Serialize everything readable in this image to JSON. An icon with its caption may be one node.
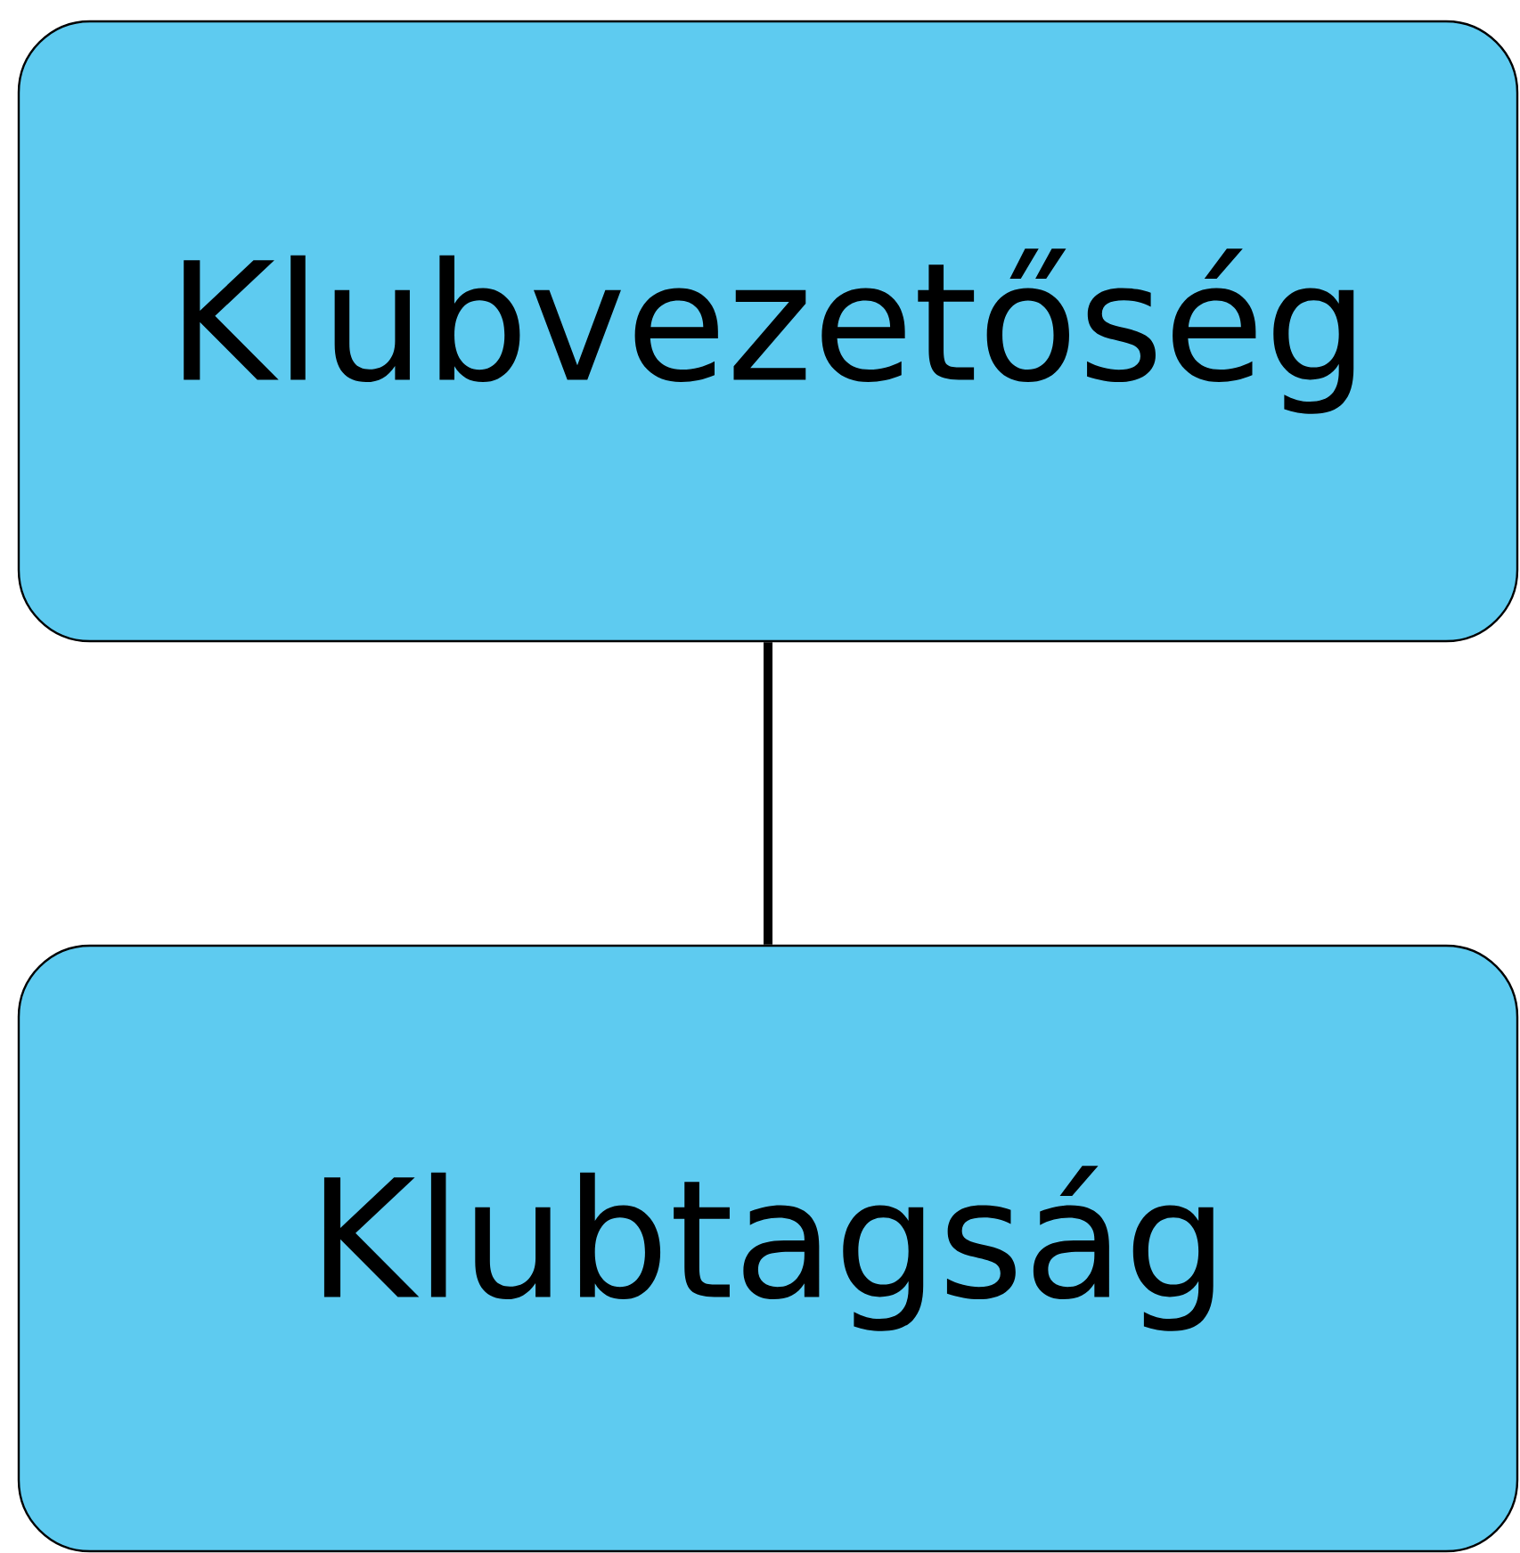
{
  "diagram": {
    "nodes": [
      {
        "text": [
          "Klubvezetőség"
        ]
      },
      {
        "text": [
          "Klubtagság"
        ]
      }
    ],
    "edges": [
      {
        "from": 0,
        "to": 1,
        "arrow": "none"
      }
    ]
  }
}
